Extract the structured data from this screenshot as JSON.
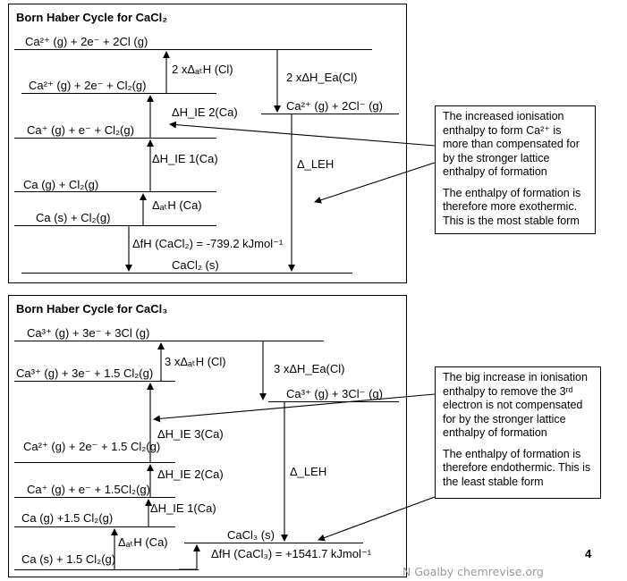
{
  "diagram1": {
    "title": "Born Haber Cycle for CaCl₂",
    "levels": {
      "top": "Ca²⁺ (g) + 2e⁻ +   2Cl  (g)",
      "l2": "Ca²⁺ (g) + 2e⁻ + Cl₂(g)",
      "l3": "Ca⁺ (g) + e⁻ + Cl₂(g)",
      "l4": "Ca (g)   + Cl₂(g)",
      "l5": "Ca (s) + Cl₂(g)",
      "right": "Ca²⁺ (g)  + 2Cl⁻ (g)",
      "bottom": "CaCl₂ (s)"
    },
    "labels": {
      "at_cl": "2 xΔₐₜH (Cl)",
      "ea": "2 xΔH_Ea(Cl)",
      "ie2": "ΔH_IE 2(Ca)",
      "ie1": "ΔH_IE 1(Ca)",
      "at_ca": "ΔₐₜH (Ca)",
      "le": "Δ_LEH",
      "hf": "ΔfH (CaCl₂) = -739.2 kJmol⁻¹"
    },
    "note": [
      "The increased ionisation enthalpy to form Ca²⁺ is more than compensated for by the stronger lattice enthalpy of formation",
      "The enthalpy of formation is therefore more exothermic. This is the most stable form"
    ]
  },
  "diagram2": {
    "title": "Born Haber Cycle for CaCl₃",
    "levels": {
      "top": "Ca³⁺ (g) + 3e⁻    +       3Cl  (g)",
      "l2": "Ca³⁺ (g) + 3e⁻ + 1.5 Cl₂(g)",
      "right": "Ca³⁺ (g)   + 3Cl⁻ (g)",
      "l3": "Ca²⁺ (g) + 2e⁻ + 1.5 Cl₂(g)",
      "l4": "Ca⁺ (g) + e⁻ + 1.5Cl₂(g)",
      "l5": "Ca (g)   +1.5 Cl₂(g)",
      "product": "CaCl₃ (s)",
      "l6": "Ca (s) + 1.5 Cl₂(g)"
    },
    "labels": {
      "at_cl": "3 xΔₐₜH (Cl)",
      "ea": "3 xΔH_Ea(Cl)",
      "ie3": "ΔH_IE 3(Ca)",
      "ie2": "ΔH_IE 2(Ca)",
      "ie1": "ΔH_IE 1(Ca)",
      "at_ca": "ΔₐₜH (Ca)",
      "le": "Δ_LEH",
      "hf": "ΔfH (CaCl₃) = +1541.7 kJmol⁻¹"
    },
    "note": [
      "The big increase in ionisation enthalpy to remove the 3ʳᵈ electron is not compensated for by the stronger lattice enthalpy of formation",
      "The enthalpy of formation is therefore endothermic. This is the least stable form"
    ]
  },
  "footer": "N Goalby chemrevise.org",
  "page_number": "4"
}
